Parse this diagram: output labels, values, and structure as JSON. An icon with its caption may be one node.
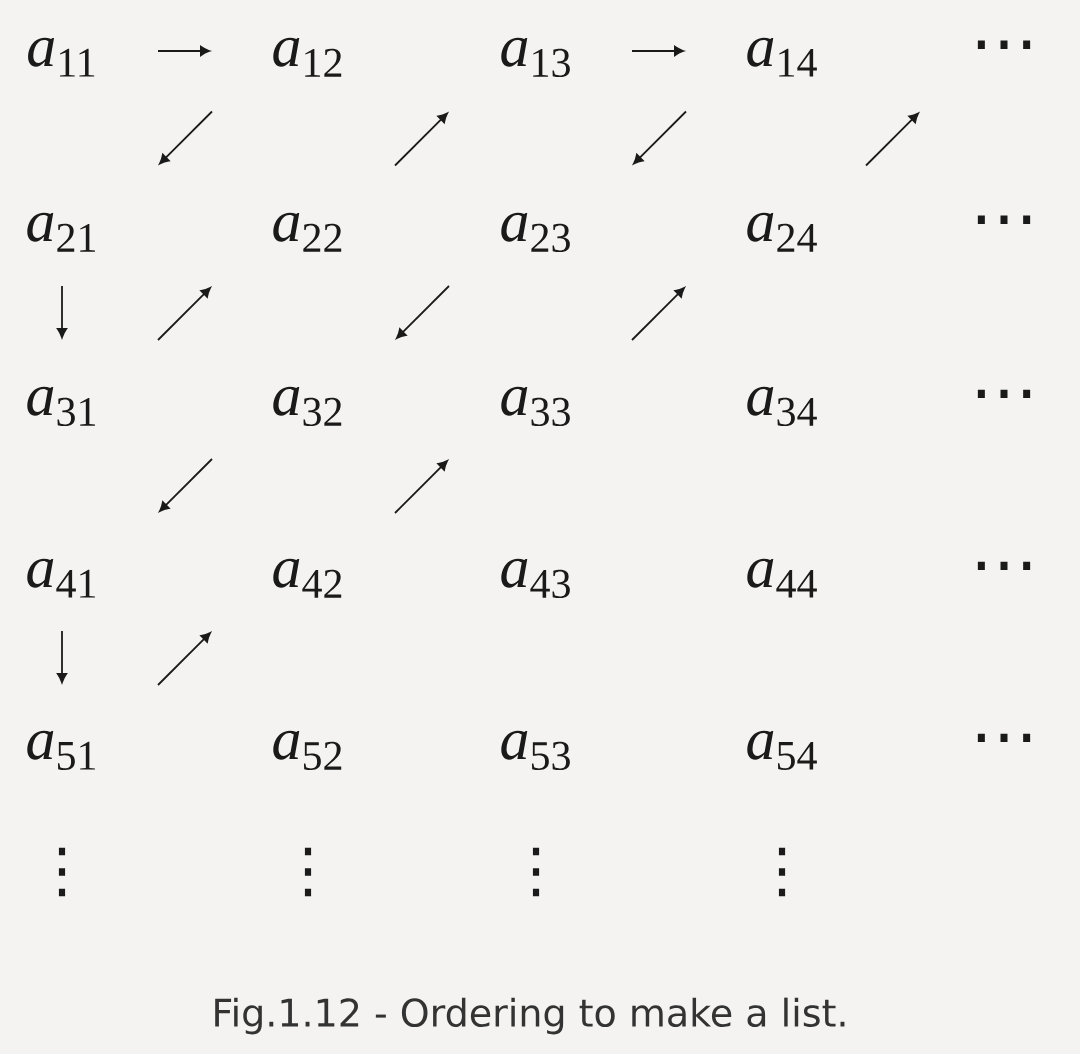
{
  "diagram": {
    "caption": "Fig.1.12 - Ordering to make a list.",
    "nodes": [
      {
        "text": [
          "*a*$_{11}$"
        ]
      },
      {
        "text": [
          "*a*$_{12}$"
        ]
      },
      {
        "text": [
          "*a*$_{13}$"
        ]
      },
      {
        "text": [
          "*a*$_{14}$"
        ]
      },
      {
        "text": [
          "⋯"
        ]
      },
      {
        "text": [
          "*a*$_{21}$"
        ]
      },
      {
        "text": [
          "*a*$_{22}$"
        ]
      },
      {
        "text": [
          "*a*$_{23}$"
        ]
      },
      {
        "text": [
          "*a*$_{24}$"
        ]
      },
      {
        "text": [
          "⋯"
        ]
      },
      {
        "text": [
          "*a*$_{31}$"
        ]
      },
      {
        "text": [
          "*a*$_{32}$"
        ]
      },
      {
        "text": [
          "*a*$_{33}$"
        ]
      },
      {
        "text": [
          "*a*$_{34}$"
        ]
      },
      {
        "text": [
          "⋯"
        ]
      },
      {
        "text": [
          "*a*$_{41}$"
        ]
      },
      {
        "text": [
          "*a*$_{42}$"
        ]
      },
      {
        "text": [
          "*a*$_{43}$"
        ]
      },
      {
        "text": [
          "*a*$_{44}$"
        ]
      },
      {
        "text": [
          "⋯"
        ]
      },
      {
        "text": [
          "*a*$_{51}$"
        ]
      },
      {
        "text": [
          "*a*$_{52}$"
        ]
      },
      {
        "text": [
          "*a*$_{53}$"
        ]
      },
      {
        "text": [
          "*a*$_{54}$"
        ]
      },
      {
        "text": [
          "⋯"
        ]
      },
      {
        "text": [
          "⋮"
        ]
      },
      {
        "text": [
          "⋮"
        ]
      },
      {
        "text": [
          "⋮"
        ]
      },
      {
        "text": [
          "⋮"
        ]
      }
    ],
    "edges": [
      {
        "from": 0,
        "to": 1,
        "arrow": "to"
      },
      {
        "from": 1,
        "to": 5,
        "arrow": "to"
      },
      {
        "from": 5,
        "to": 10,
        "arrow": "to"
      },
      {
        "from": 10,
        "to": 6,
        "arrow": "to"
      },
      {
        "from": 6,
        "to": 2,
        "arrow": "to"
      },
      {
        "from": 2,
        "to": 3,
        "arrow": "to"
      },
      {
        "from": 3,
        "to": 7,
        "arrow": "to"
      },
      {
        "from": 7,
        "to": 11,
        "arrow": "to"
      },
      {
        "from": 11,
        "to": 15,
        "arrow": "to"
      },
      {
        "from": 15,
        "to": 20,
        "arrow": "to"
      },
      {
        "from": 20,
        "to": 16,
        "arrow": "to"
      },
      {
        "from": 16,
        "to": 12,
        "arrow": "to"
      },
      {
        "from": 12,
        "to": 8,
        "arrow": "to"
      },
      {
        "from": 8,
        "to": 4,
        "arrow": "to"
      }
    ]
  }
}
